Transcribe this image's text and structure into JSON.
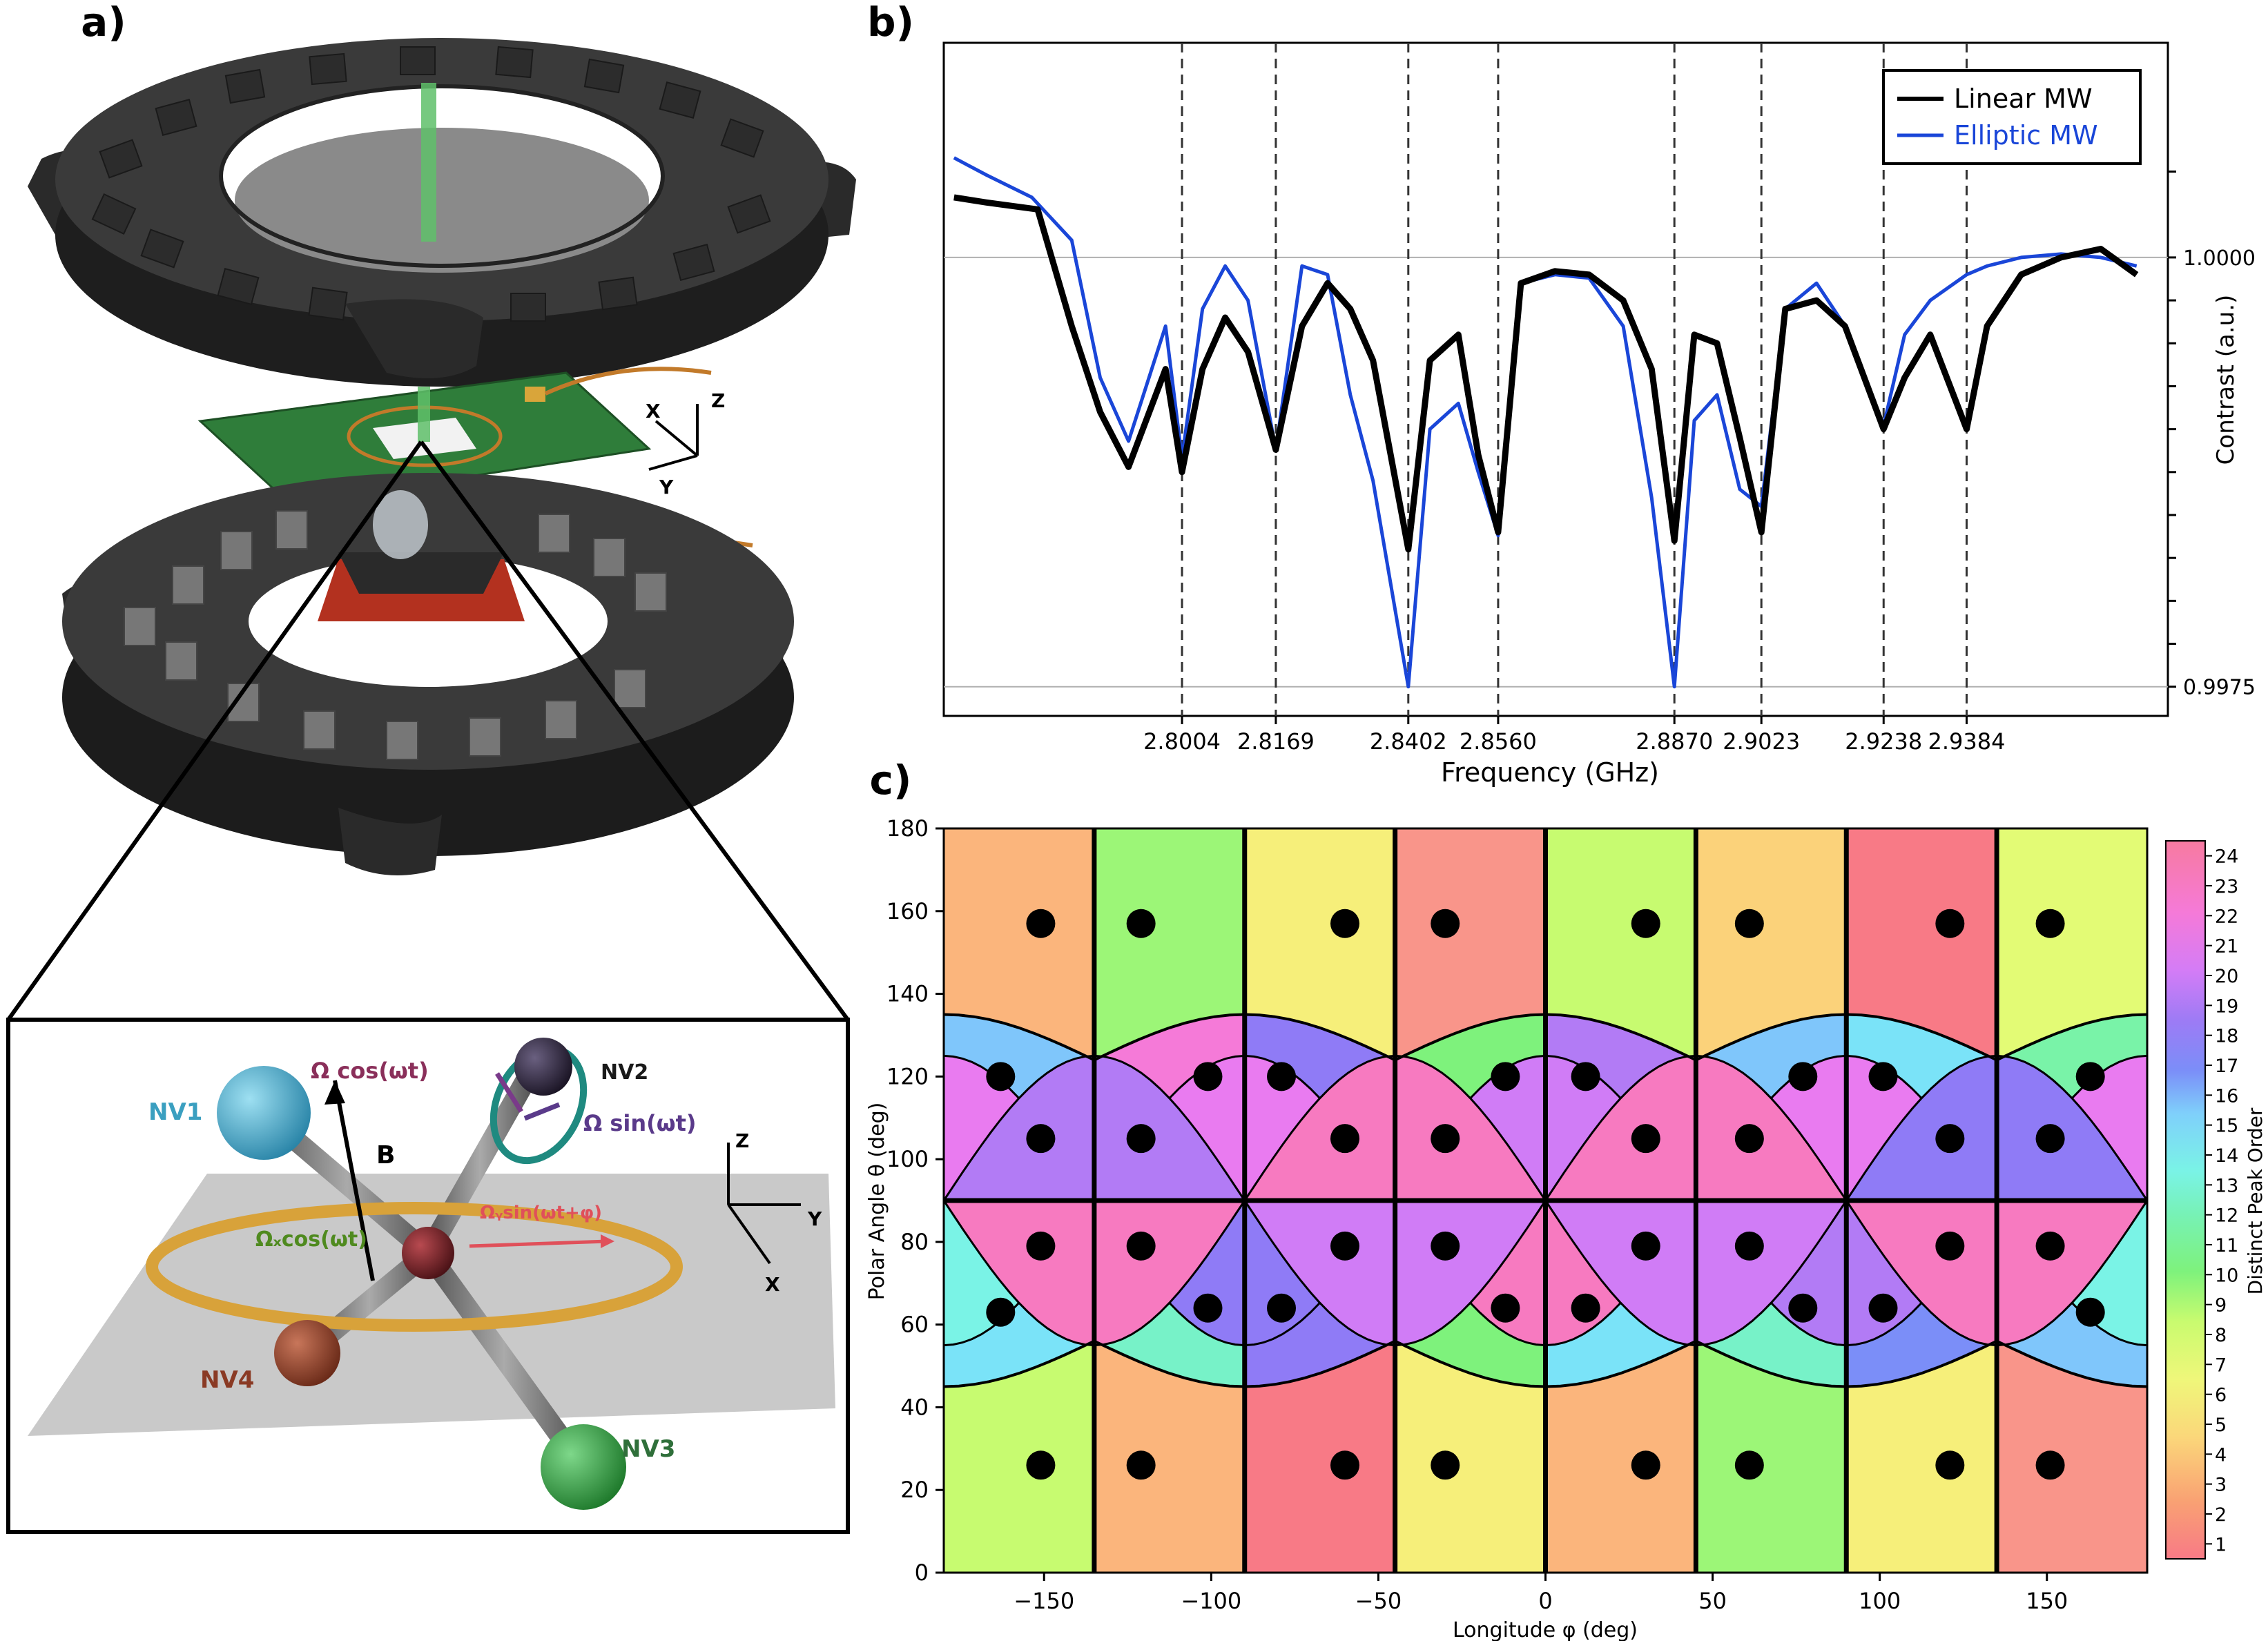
{
  "panel_a": {
    "label": "a)",
    "device_axes": {
      "x": "X",
      "y": "Y",
      "z": "Z"
    },
    "inset": {
      "nv1": "NV1",
      "nv2": "NV2",
      "nv3": "NV3",
      "nv4": "NV4",
      "b_label": "B",
      "omega_cos": "Ω cos(ωt)",
      "omega_sin": "Ω sin(ωt)",
      "omega_x_cos": "Ωₓcos(ωt)",
      "omega_y_sin": "Ωᵧsin(ωt+φ)",
      "axes": {
        "x": "X",
        "y": "Y",
        "z": "Z"
      }
    },
    "colors": {
      "nv1": "#3a9fc0",
      "nv2": "#2a2238",
      "nv3": "#2f8f3a",
      "nv4": "#8a3a24",
      "ring_gold": "#d8a23a",
      "ring_teal": "#1f8a80",
      "omega_cos": "#8a2f5a",
      "omega_sin": "#5a3a8a",
      "omega_x": "#4f8a1f",
      "omega_y": "#e0505a"
    }
  },
  "panel_b": {
    "label": "b)",
    "xlabel": "Frequency (GHz)",
    "ylabel": "Contrast (a.u.)",
    "y_ticks": [
      "1.0000",
      "0.9975"
    ],
    "legend": [
      "Linear MW",
      "Elliptic MW"
    ],
    "colors": {
      "linear": "#000000",
      "elliptic": "#1a46d8"
    }
  },
  "panel_c": {
    "label": "c)",
    "xlabel": "Longitude φ (deg)",
    "ylabel": "Polar Angle θ (deg)",
    "cbar_label": "Distinct Peak Order",
    "x_ticks": [
      "−150",
      "−100",
      "−50",
      "0",
      "50",
      "100",
      "150"
    ],
    "y_ticks": [
      "0",
      "20",
      "40",
      "60",
      "80",
      "100",
      "120",
      "140",
      "160",
      "180"
    ]
  },
  "chart_data": [
    {
      "type": "line",
      "xlabel": "Frequency (GHz)",
      "ylabel": "Contrast (a.u.)",
      "xlim": [
        2.7585,
        2.9738
      ],
      "ylim": [
        0.99733,
        1.00125
      ],
      "x_ticks": [
        2.8004,
        2.8169,
        2.8402,
        2.856,
        2.887,
        2.9023,
        2.9238,
        2.9384
      ],
      "x_tick_labels": [
        "2.8004",
        "2.8169",
        "2.8402",
        "2.8560",
        "2.8870",
        "2.9023",
        "2.9238",
        "2.9384"
      ],
      "dips": [
        {
          "f": 2.8004,
          "linear": 0.99876,
          "elliptic": 0.99883
        },
        {
          "f": 2.8169,
          "linear": 0.99888,
          "elliptic": 0.99888
        },
        {
          "f": 2.8402,
          "linear": 0.9983,
          "elliptic": 0.9975
        },
        {
          "f": 2.856,
          "linear": 0.9984,
          "elliptic": 0.99838
        },
        {
          "f": 2.887,
          "linear": 0.99835,
          "elliptic": 0.9975
        },
        {
          "f": 2.9023,
          "linear": 0.9984,
          "elliptic": 0.99855
        },
        {
          "f": 2.9238,
          "linear": 0.999,
          "elliptic": 0.99902
        },
        {
          "f": 2.9384,
          "linear": 0.999,
          "elliptic": 0.9999
        }
      ],
      "series": [
        {
          "name": "Linear MW",
          "x": [
            2.7603,
            2.766,
            2.775,
            2.781,
            2.786,
            2.791,
            2.7975,
            2.8004,
            2.804,
            2.808,
            2.812,
            2.8169,
            2.8215,
            2.826,
            2.83,
            2.834,
            2.8402,
            2.844,
            2.849,
            2.8525,
            2.856,
            2.86,
            2.866,
            2.872,
            2.878,
            2.883,
            2.887,
            2.8905,
            2.8945,
            2.8985,
            2.9023,
            2.9065,
            2.912,
            2.917,
            2.9238,
            2.9275,
            2.932,
            2.9384,
            2.942,
            2.948,
            2.955,
            2.962,
            2.9683
          ],
          "y": [
            1.00035,
            1.00032,
            1.00028,
            0.9996,
            0.9991,
            0.99878,
            0.99935,
            0.99875,
            0.99935,
            0.99965,
            0.99945,
            0.99888,
            0.9996,
            0.99985,
            0.9997,
            0.9994,
            0.9983,
            0.9994,
            0.99955,
            0.99885,
            0.9984,
            0.99985,
            0.99992,
            0.9999,
            0.99975,
            0.99935,
            0.99835,
            0.99955,
            0.9995,
            0.99895,
            0.9984,
            0.9997,
            0.99975,
            0.9996,
            0.999,
            0.9993,
            0.99955,
            0.999,
            0.9996,
            0.9999,
            1.0,
            1.00005,
            0.9999
          ]
        },
        {
          "name": "Elliptic MW",
          "x": [
            2.7603,
            2.766,
            2.774,
            2.781,
            2.786,
            2.791,
            2.7975,
            2.8004,
            2.804,
            2.808,
            2.812,
            2.8169,
            2.8215,
            2.826,
            2.83,
            2.834,
            2.8402,
            2.844,
            2.849,
            2.8525,
            2.856,
            2.86,
            2.866,
            2.872,
            2.878,
            2.883,
            2.887,
            2.8905,
            2.8945,
            2.8985,
            2.9023,
            2.9065,
            2.912,
            2.917,
            2.9238,
            2.9275,
            2.932,
            2.9384,
            2.942,
            2.948,
            2.955,
            2.962,
            2.9683
          ],
          "y": [
            1.00058,
            1.00048,
            1.00035,
            1.0001,
            0.9993,
            0.99893,
            0.9996,
            0.99883,
            0.9997,
            0.99995,
            0.99975,
            0.99888,
            0.99995,
            0.9999,
            0.9992,
            0.9987,
            0.9975,
            0.999,
            0.99915,
            0.99875,
            0.99838,
            0.99985,
            0.9999,
            0.99988,
            0.9996,
            0.9986,
            0.9975,
            0.99905,
            0.9992,
            0.99865,
            0.99855,
            0.9997,
            0.99985,
            0.9996,
            0.99902,
            0.99955,
            0.99975,
            0.9999,
            0.99995,
            1.0,
            1.00002,
            1.0,
            0.99995
          ]
        }
      ]
    },
    {
      "type": "heatmap",
      "xlabel": "Longitude φ (deg)",
      "ylabel": "Polar Angle θ (deg)",
      "xlim": [
        -180,
        180
      ],
      "ylim": [
        0,
        180
      ],
      "colorbar": {
        "label": "Distinct Peak Order",
        "ticks": [
          1,
          2,
          3,
          4,
          5,
          6,
          7,
          8,
          9,
          10,
          11,
          12,
          13,
          14,
          15,
          16,
          17,
          18,
          19,
          20,
          21,
          22,
          23,
          24
        ],
        "range": [
          0.5,
          24.5
        ]
      },
      "vertical_boundaries": [
        -135,
        -90,
        -45,
        0,
        45,
        90,
        135
      ],
      "region_orders": {
        "bottom": [
          7,
          3,
          1,
          5,
          3,
          8,
          5,
          2
        ],
        "top": [
          3,
          8,
          5,
          2,
          7,
          4,
          1,
          6
        ],
        "mid_upper": [
          14,
          21,
          17,
          9,
          18,
          14,
          13,
          10,
          19,
          18,
          13,
          10,
          19,
          16,
          12,
          10
        ],
        "mid_upper_lens": [
          20,
          18,
          20,
          22,
          19,
          22,
          20,
          17
        ],
        "mid_lower_lens": [
          12,
          22,
          17,
          19,
          22,
          19,
          18,
          22
        ],
        "mid_lower": [
          13,
          11,
          17,
          9,
          13,
          11,
          16,
          14,
          12,
          10,
          17,
          11,
          13,
          9,
          15,
          16
        ]
      },
      "markers": [
        {
          "phi": -151,
          "theta": 157
        },
        {
          "phi": -121,
          "theta": 157
        },
        {
          "phi": -60,
          "theta": 157
        },
        {
          "phi": -30,
          "theta": 157
        },
        {
          "phi": 30,
          "theta": 157
        },
        {
          "phi": 61,
          "theta": 157
        },
        {
          "phi": 121,
          "theta": 157
        },
        {
          "phi": 151,
          "theta": 157
        },
        {
          "phi": -163,
          "theta": 120
        },
        {
          "phi": -101,
          "theta": 120
        },
        {
          "phi": -79,
          "theta": 120
        },
        {
          "phi": -12,
          "theta": 120
        },
        {
          "phi": 12,
          "theta": 120
        },
        {
          "phi": 77,
          "theta": 120
        },
        {
          "phi": 101,
          "theta": 120
        },
        {
          "phi": 163,
          "theta": 120
        },
        {
          "phi": -151,
          "theta": 105
        },
        {
          "phi": -121,
          "theta": 105
        },
        {
          "phi": -60,
          "theta": 105
        },
        {
          "phi": -30,
          "theta": 105
        },
        {
          "phi": 30,
          "theta": 105
        },
        {
          "phi": 61,
          "theta": 105
        },
        {
          "phi": 121,
          "theta": 105
        },
        {
          "phi": 151,
          "theta": 105
        },
        {
          "phi": -151,
          "theta": 79
        },
        {
          "phi": -121,
          "theta": 79
        },
        {
          "phi": -60,
          "theta": 79
        },
        {
          "phi": -30,
          "theta": 79
        },
        {
          "phi": 30,
          "theta": 79
        },
        {
          "phi": 61,
          "theta": 79
        },
        {
          "phi": 121,
          "theta": 79
        },
        {
          "phi": 151,
          "theta": 79
        },
        {
          "phi": -163,
          "theta": 63
        },
        {
          "phi": -101,
          "theta": 64
        },
        {
          "phi": -79,
          "theta": 64
        },
        {
          "phi": -12,
          "theta": 64
        },
        {
          "phi": 12,
          "theta": 64
        },
        {
          "phi": 77,
          "theta": 64
        },
        {
          "phi": 101,
          "theta": 64
        },
        {
          "phi": 163,
          "theta": 63
        },
        {
          "phi": -151,
          "theta": 26
        },
        {
          "phi": -121,
          "theta": 26
        },
        {
          "phi": -60,
          "theta": 26
        },
        {
          "phi": -30,
          "theta": 26
        },
        {
          "phi": 30,
          "theta": 26
        },
        {
          "phi": 61,
          "theta": 26
        },
        {
          "phi": 121,
          "theta": 26
        },
        {
          "phi": 151,
          "theta": 26
        }
      ]
    }
  ]
}
